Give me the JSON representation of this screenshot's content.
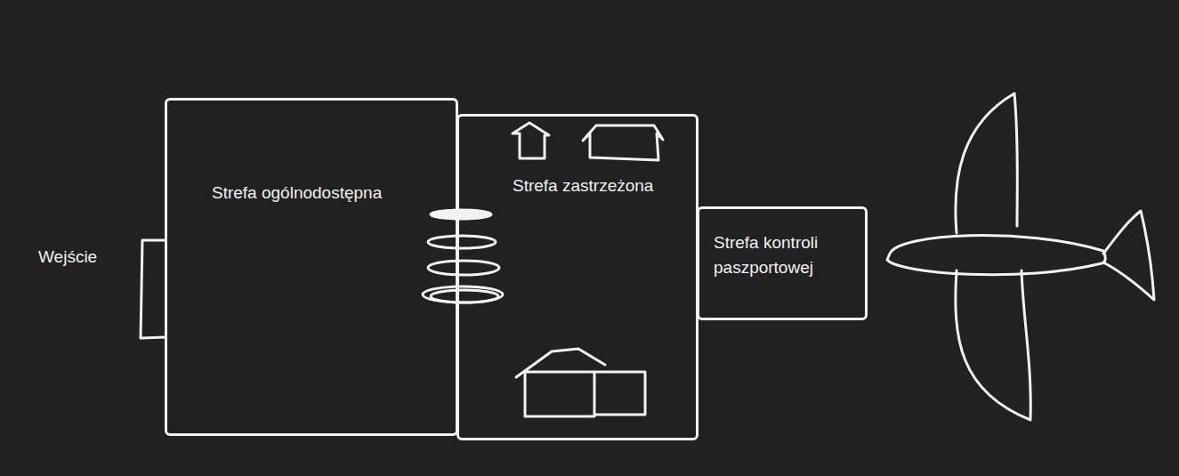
{
  "diagram": {
    "nodes": [
      {
        "text": [
          "Strefa ogólnodostępna"
        ]
      },
      {
        "text": [
          "Strefa zastrzeżona"
        ]
      },
      {
        "text": [
          "Strefa kontroli paszportowej"
        ]
      }
    ],
    "labels": [
      "Wejście"
    ]
  }
}
